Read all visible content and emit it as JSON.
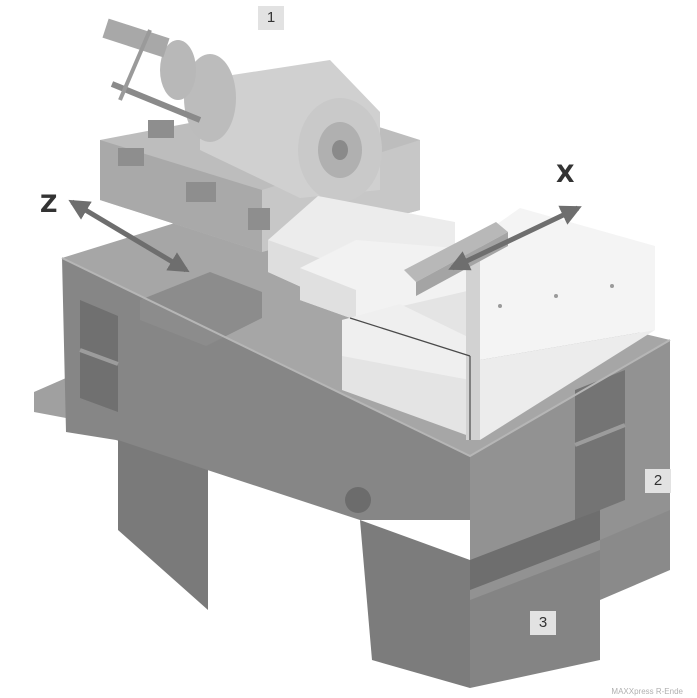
{
  "callouts": {
    "one": "1",
    "two": "2",
    "three": "3"
  },
  "axes": {
    "z": "Z",
    "x": "X"
  },
  "credit": "MAXXpress R-Ende",
  "colors": {
    "base": "#8f8f8f",
    "base_dark": "#777777",
    "base_light": "#a4a4a4",
    "cover": "#efefef",
    "cover_shade": "#d6d6d6",
    "arrow": "#6e6e6e",
    "callout_bg": "#e2e2e2"
  }
}
